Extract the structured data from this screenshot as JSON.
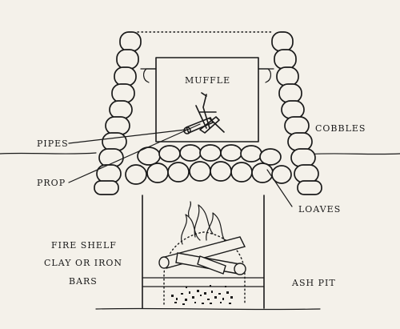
{
  "labels": {
    "muffle": "MUFFLE",
    "cobbles": "COBBLES",
    "pipes": "PIPES",
    "prop": "PROP",
    "loaves": "LOAVES",
    "fire_shelf": "FIRE SHELF",
    "clay_or_iron": "CLAY OR IRON",
    "bars": "BARS",
    "ash_pit": "ASH PIT"
  }
}
